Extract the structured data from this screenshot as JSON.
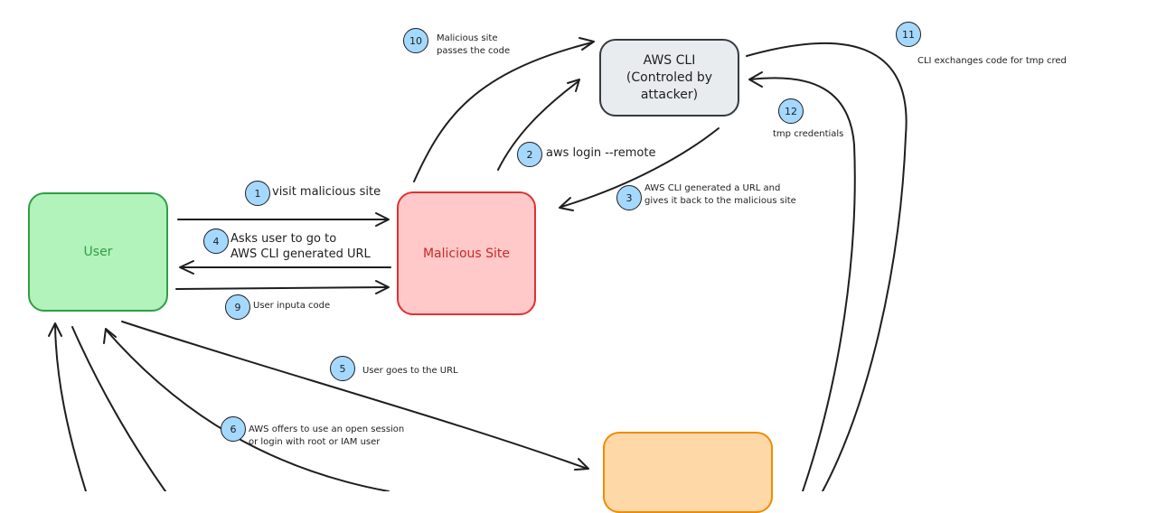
{
  "nodes": {
    "user": "User",
    "malicious_site": "Malicious Site",
    "aws_cli": "AWS CLI\n(Controled by\nattacker)",
    "aws": ""
  },
  "steps": [
    {
      "num": "1",
      "label": "visit malicious site"
    },
    {
      "num": "2",
      "label": "aws login --remote"
    },
    {
      "num": "3",
      "label": "AWS CLI generated a URL and\ngives it back to the malicious site"
    },
    {
      "num": "4",
      "label": "Asks user to go to\nAWS CLI generated URL"
    },
    {
      "num": "5",
      "label": "User goes to the URL"
    },
    {
      "num": "6",
      "label": "AWS offers to use an open session\nor login with root or IAM user"
    },
    {
      "num": "9",
      "label": "User inputa code"
    },
    {
      "num": "10",
      "label": "Malicious site\npasses the code"
    },
    {
      "num": "11",
      "label": "CLI exchanges code for tmp cred"
    },
    {
      "num": "12",
      "label": "tmp credentials"
    }
  ]
}
